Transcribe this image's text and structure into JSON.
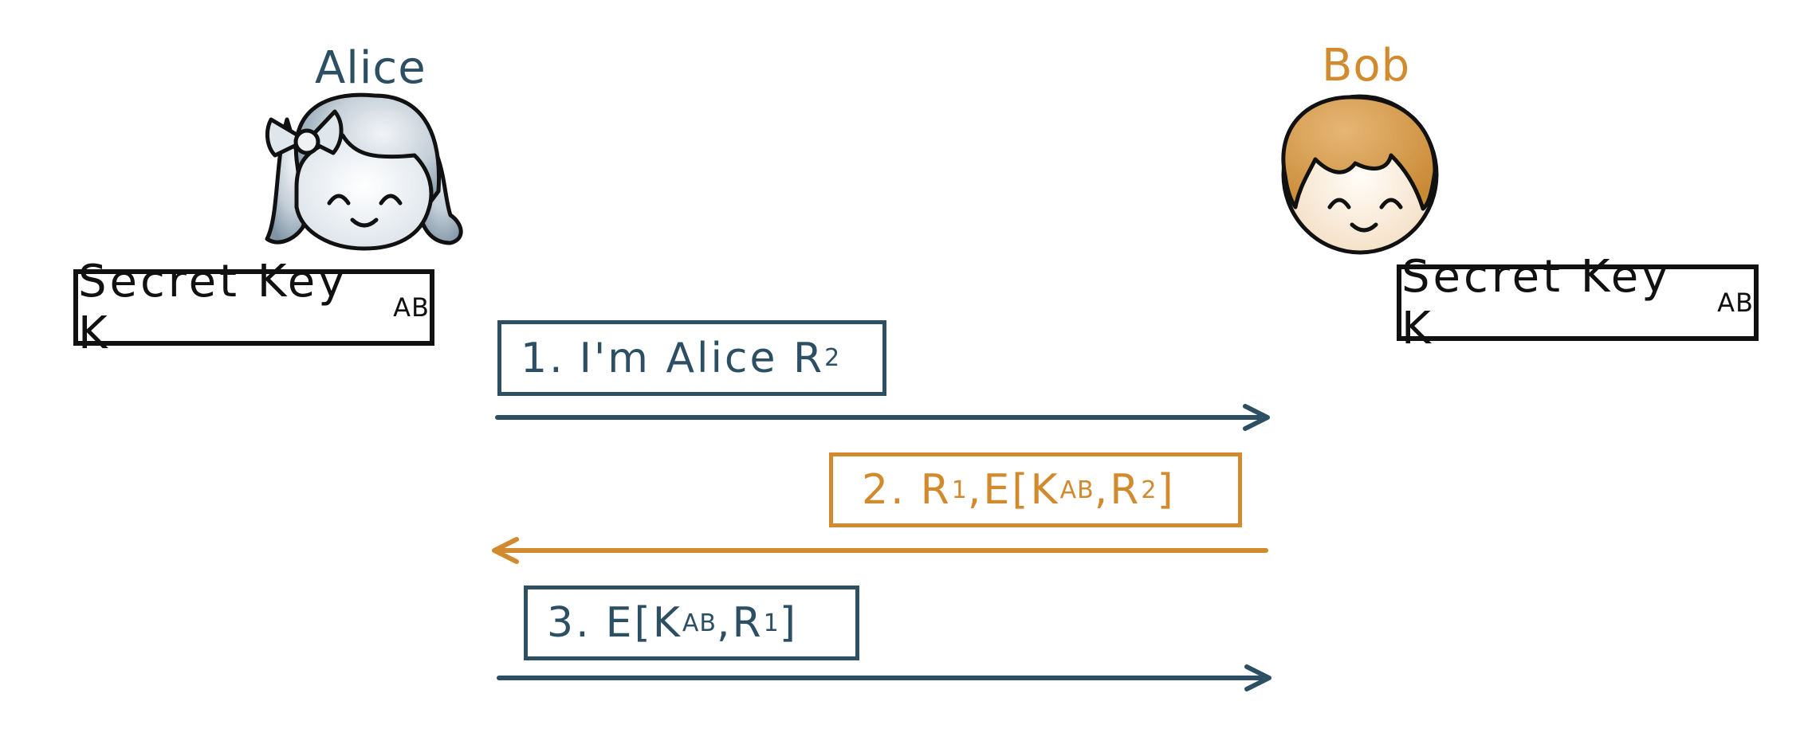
{
  "actors": {
    "alice": {
      "name": "Alice",
      "key_label": "Secret Key K",
      "key_sub": "AB",
      "color": "#2d4f63"
    },
    "bob": {
      "name": "Bob",
      "key_label": "Secret Key K",
      "key_sub": "AB",
      "color": "#d28a2e"
    }
  },
  "messages": [
    {
      "num": "1.",
      "text_a": "I'm Alice R",
      "sub_a": "2",
      "direction": "alice-to-bob",
      "color": "#2d4f63"
    },
    {
      "num": "2.",
      "text_a": "R",
      "sub_a": "1",
      "text_b": ",E[K",
      "sub_b": "AB",
      "text_c": ",R",
      "sub_c": "2",
      "text_d": "]",
      "direction": "bob-to-alice",
      "color": "#d28a2e"
    },
    {
      "num": "3.",
      "text_a": "E[K",
      "sub_a": "AB",
      "text_b": ",R",
      "sub_b": "1",
      "text_c": "]",
      "direction": "alice-to-bob",
      "color": "#2d4f63"
    }
  ],
  "icons": {
    "alice": "girl-face-with-bow-icon",
    "bob": "boy-face-icon"
  }
}
